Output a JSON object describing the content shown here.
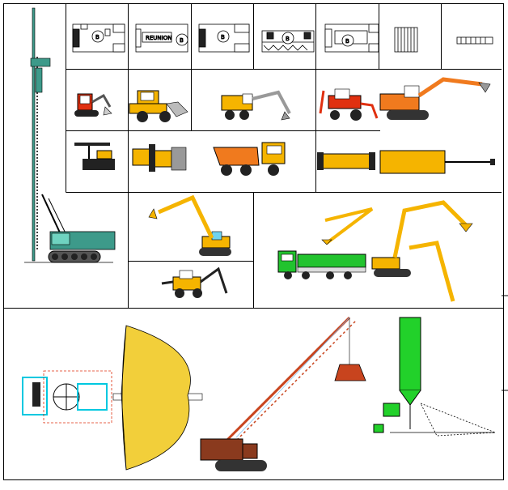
{
  "sheet": {
    "title": "Construction equipment blocks",
    "plan_label": "REUNION",
    "plan_markers": [
      "B",
      "B",
      "B",
      "B",
      "B"
    ]
  },
  "colors": {
    "line": "#000000",
    "excavator_yellow": "#F5B400",
    "excavator_orange": "#F07A1E",
    "hydraulic_red": "#E03010",
    "rig_teal": "#3D9A8A",
    "truck_green": "#22C32E",
    "crane_brown": "#8A3A1E",
    "crane_red": "#C8441E",
    "silo_green": "#22D12A",
    "sand": "#F2CF3A",
    "cyan": "#00C8E0"
  },
  "icons": [
    "pile-driving-rig-icon",
    "floor-plan-icon",
    "mini-excavator-icon",
    "wheel-loader-icon",
    "wheeled-excavator-icon",
    "backhoe-loader-icon",
    "crawler-excavator-icon",
    "drill-rig-icon",
    "dump-truck-icon",
    "long-reach-excavator-icon",
    "grab-crane-icon",
    "silo-plant-icon"
  ]
}
